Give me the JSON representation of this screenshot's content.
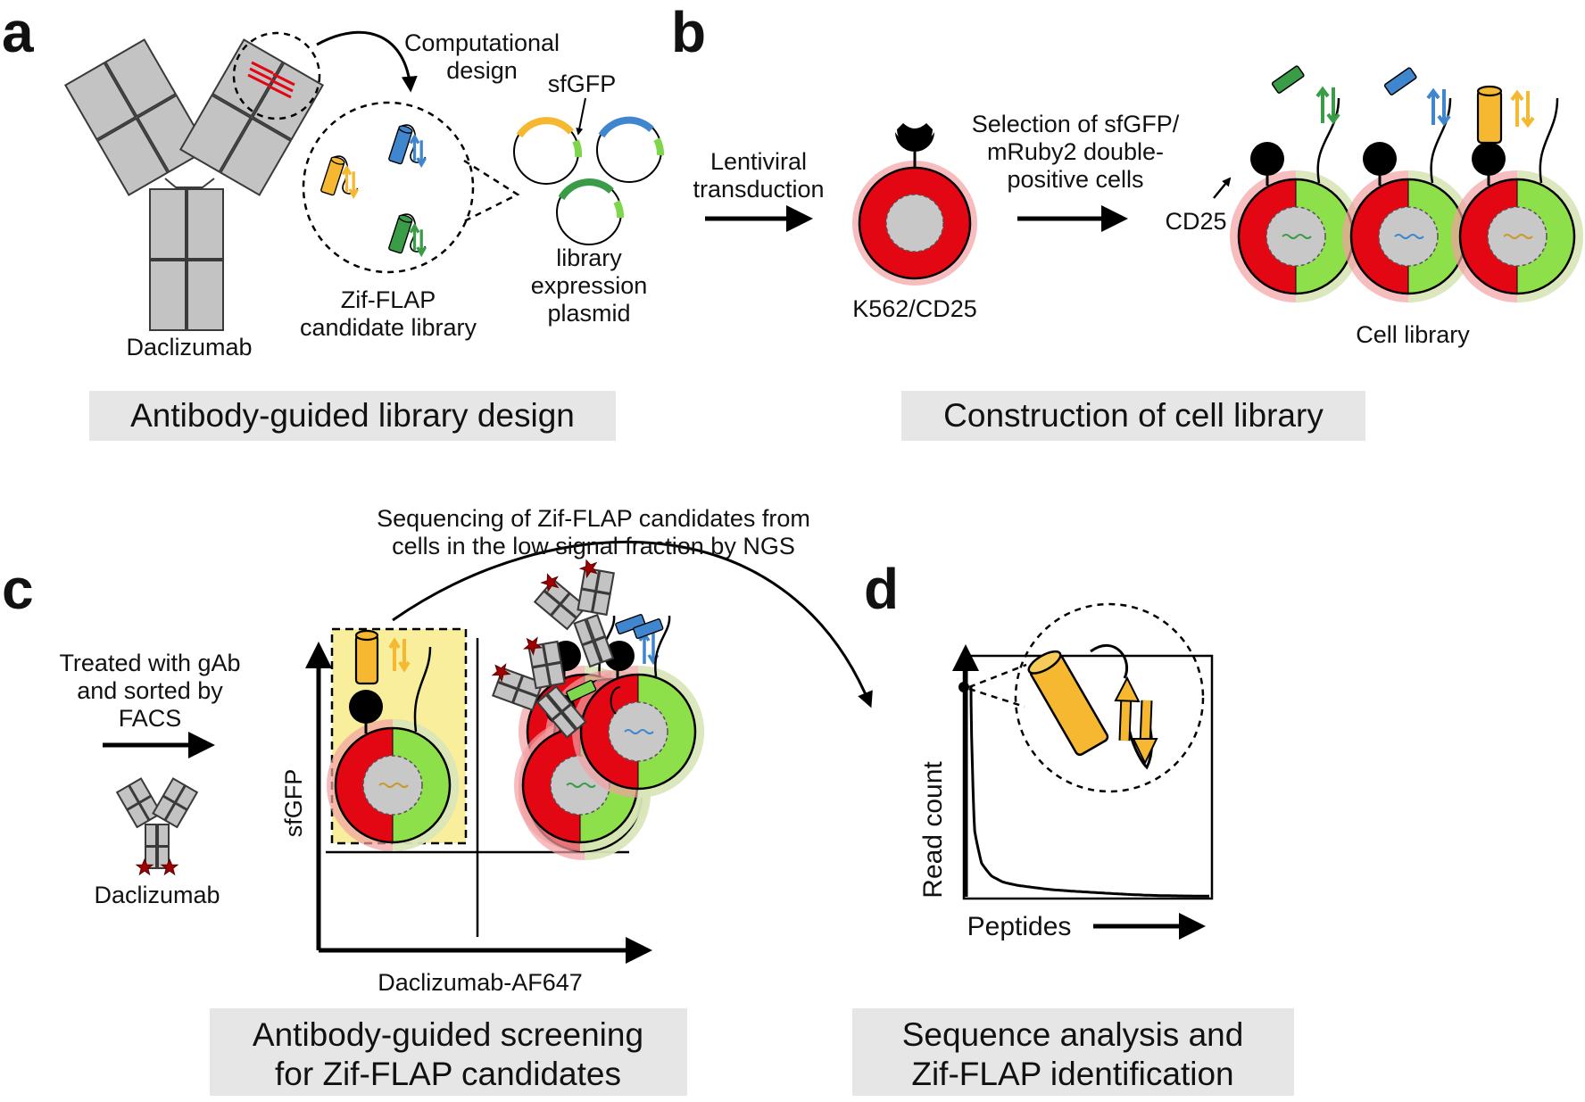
{
  "panels": {
    "a": {
      "letter": "a",
      "antibody_label": "Daclizumab",
      "design_label_line1": "Computational",
      "design_label_line2": "design",
      "library_label_line1": "Zif-FLAP",
      "library_label_line2": "candidate library",
      "gfp_label": "sfGFP",
      "plasmid_label_line1": "library",
      "plasmid_label_line2": "expression",
      "plasmid_label_line3": "plasmid",
      "caption": "Antibody-guided library design"
    },
    "b": {
      "letter": "b",
      "transduction_line1": "Lentiviral",
      "transduction_line2": "transduction",
      "cell_label": "K562/CD25",
      "selection_line1": "Selection of sfGFP/",
      "selection_line2": "mRuby2 double-",
      "selection_line3": "positive cells",
      "receptor_label": "CD25",
      "library_label": "Cell library",
      "caption": "Construction of cell library"
    },
    "c": {
      "letter": "c",
      "treatment_line1": "Treated with gAb",
      "treatment_line2": "and sorted by",
      "treatment_line3": "FACS",
      "antibody_label": "Daclizumab",
      "y_axis": "sfGFP",
      "x_axis": "Daclizumab-AF647",
      "sequencing_line1": "Sequencing of Zif-FLAP candidates from",
      "sequencing_line2": "cells in the low signal fraction by NGS",
      "caption_line1": "Antibody-guided screening",
      "caption_line2": "for Zif-FLAP candidates"
    },
    "d": {
      "letter": "d",
      "y_axis": "Read count",
      "x_axis": "Peptides",
      "caption_line1": "Sequence analysis and",
      "caption_line2": "Zif-FLAP identification"
    }
  },
  "colors": {
    "red": "#e30613",
    "red_halo": "#f2a0a3",
    "green": "#8ee04a",
    "green_halo": "#d4f2bd",
    "nucleus": "#c8c8c8",
    "gate_fill": "#f8ee9c",
    "yellow": "#f5b830",
    "blue": "#3f86cf",
    "dark_green": "#3a9c46",
    "light_green": "#7fd54c",
    "antibody": "#c3c3c3",
    "star": "#a00000",
    "caption_box": "#e6e6e6"
  },
  "chart_data": {
    "type": "line",
    "title": "",
    "xlabel": "Peptides",
    "ylabel": "Read count",
    "series": [
      {
        "values": [
          1.0,
          0.32,
          0.16,
          0.1,
          0.07,
          0.055,
          0.045,
          0.035,
          0.028,
          0.022,
          0.016,
          0.01,
          0.006,
          0.004,
          0.003
        ]
      }
    ],
    "grid": false,
    "legend": "none"
  }
}
